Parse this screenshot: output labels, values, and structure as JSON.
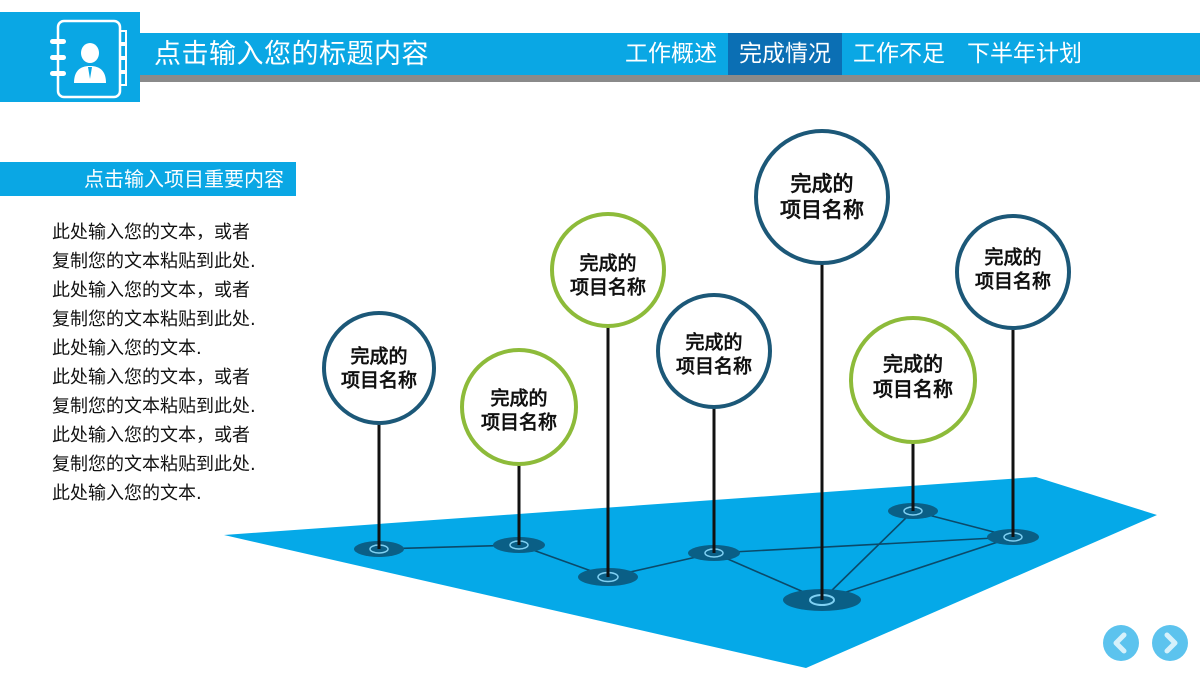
{
  "header": {
    "title": "点击输入您的标题内容",
    "logo_icon": "address-book-person-icon",
    "tabs": [
      {
        "label": "工作概述",
        "active": false
      },
      {
        "label": "完成情况",
        "active": true
      },
      {
        "label": "工作不足",
        "active": false
      },
      {
        "label": "下半年计划",
        "active": false
      }
    ]
  },
  "section": {
    "label": "点击输入项目重要内容",
    "paragraph_lines": [
      "此处输入您的文本，或者",
      "复制您的文本粘贴到此处.",
      "此处输入您的文本，或者",
      "复制您的文本粘贴到此处.",
      "此处输入您的文本.",
      "此处输入您的文本，或者",
      "复制您的文本粘贴到此处.",
      "此处输入您的文本，或者",
      "复制您的文本粘贴到此处.",
      "此处输入您的文本."
    ]
  },
  "diagram": {
    "plane_color": "#05a9e8",
    "node_color": "#0a5f86",
    "navy_ring": "#1c5878",
    "green_ring": "#8dbb3a",
    "items": [
      {
        "line1": "完成的",
        "line2": "项目名称",
        "ring": "navy"
      },
      {
        "line1": "完成的",
        "line2": "项目名称",
        "ring": "green"
      },
      {
        "line1": "完成的",
        "line2": "项目名称",
        "ring": "green"
      },
      {
        "line1": "完成的",
        "line2": "项目名称",
        "ring": "navy"
      },
      {
        "line1": "完成的",
        "line2": "项目名称",
        "ring": "navy"
      },
      {
        "line1": "完成的",
        "line2": "项目名称",
        "ring": "green"
      },
      {
        "line1": "完成的",
        "line2": "项目名称",
        "ring": "navy"
      }
    ]
  },
  "navigation": {
    "prev_icon": "chevron-left-icon",
    "next_icon": "chevron-right-icon"
  }
}
